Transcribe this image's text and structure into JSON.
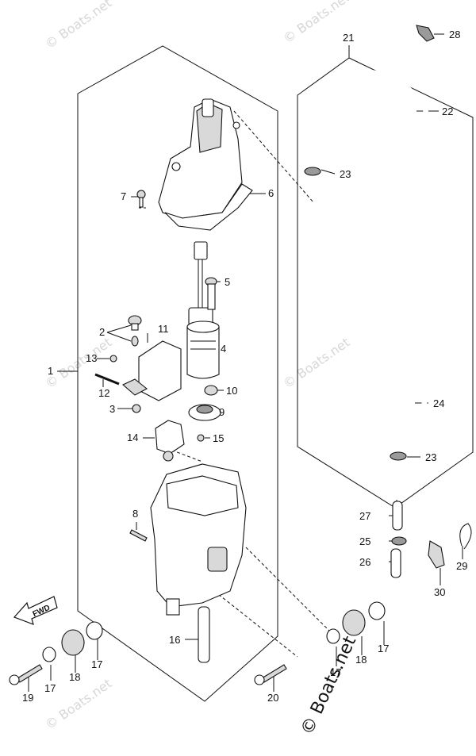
{
  "watermarks": {
    "small": "© Boats.net",
    "large": "© Boats.net"
  },
  "fwd_label": "FWD",
  "callouts": {
    "c1": "1",
    "c2": "2",
    "c3": "3",
    "c4": "4",
    "c5": "5",
    "c6": "6",
    "c7": "7",
    "c8": "8",
    "c9": "9",
    "c10": "10",
    "c11": "11",
    "c12": "12",
    "c13": "13",
    "c14": "14",
    "c15": "15",
    "c16": "16",
    "c17a": "17",
    "c17b": "17",
    "c17c": "17",
    "c17d": "17",
    "c18a": "18",
    "c18b": "18",
    "c19": "19",
    "c20": "20",
    "c21": "21",
    "c22": "22",
    "c23a": "23",
    "c23b": "23",
    "c24": "24",
    "c25": "25",
    "c26": "26",
    "c27": "27",
    "c28": "28",
    "c29": "29",
    "c30": "30"
  }
}
